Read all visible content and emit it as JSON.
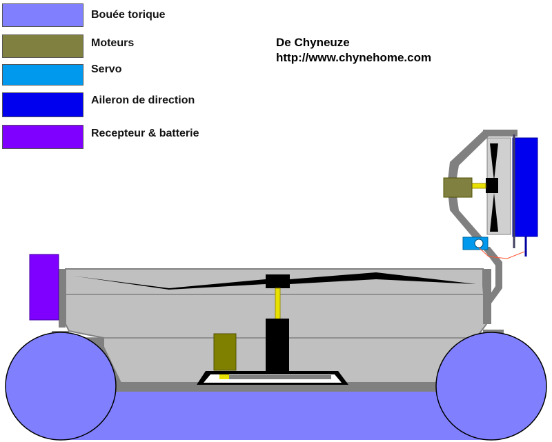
{
  "legend": [
    {
      "label": "Bouée torique",
      "color": "#8080ff"
    },
    {
      "label": "Moteurs",
      "color": "#808040"
    },
    {
      "label": "Servo",
      "color": "#0099ee"
    },
    {
      "label": "Aileron de direction",
      "color": "#0000ee"
    },
    {
      "label": "Recepteur & batterie",
      "color": "#8000ff"
    }
  ],
  "credit": {
    "author": "De Chyneuze",
    "url": "http://www.chynehome.com"
  },
  "colors": {
    "hull": "#c0c0c0",
    "frame": "#808080",
    "prop": "#000000",
    "shaft": "#e8e000"
  }
}
